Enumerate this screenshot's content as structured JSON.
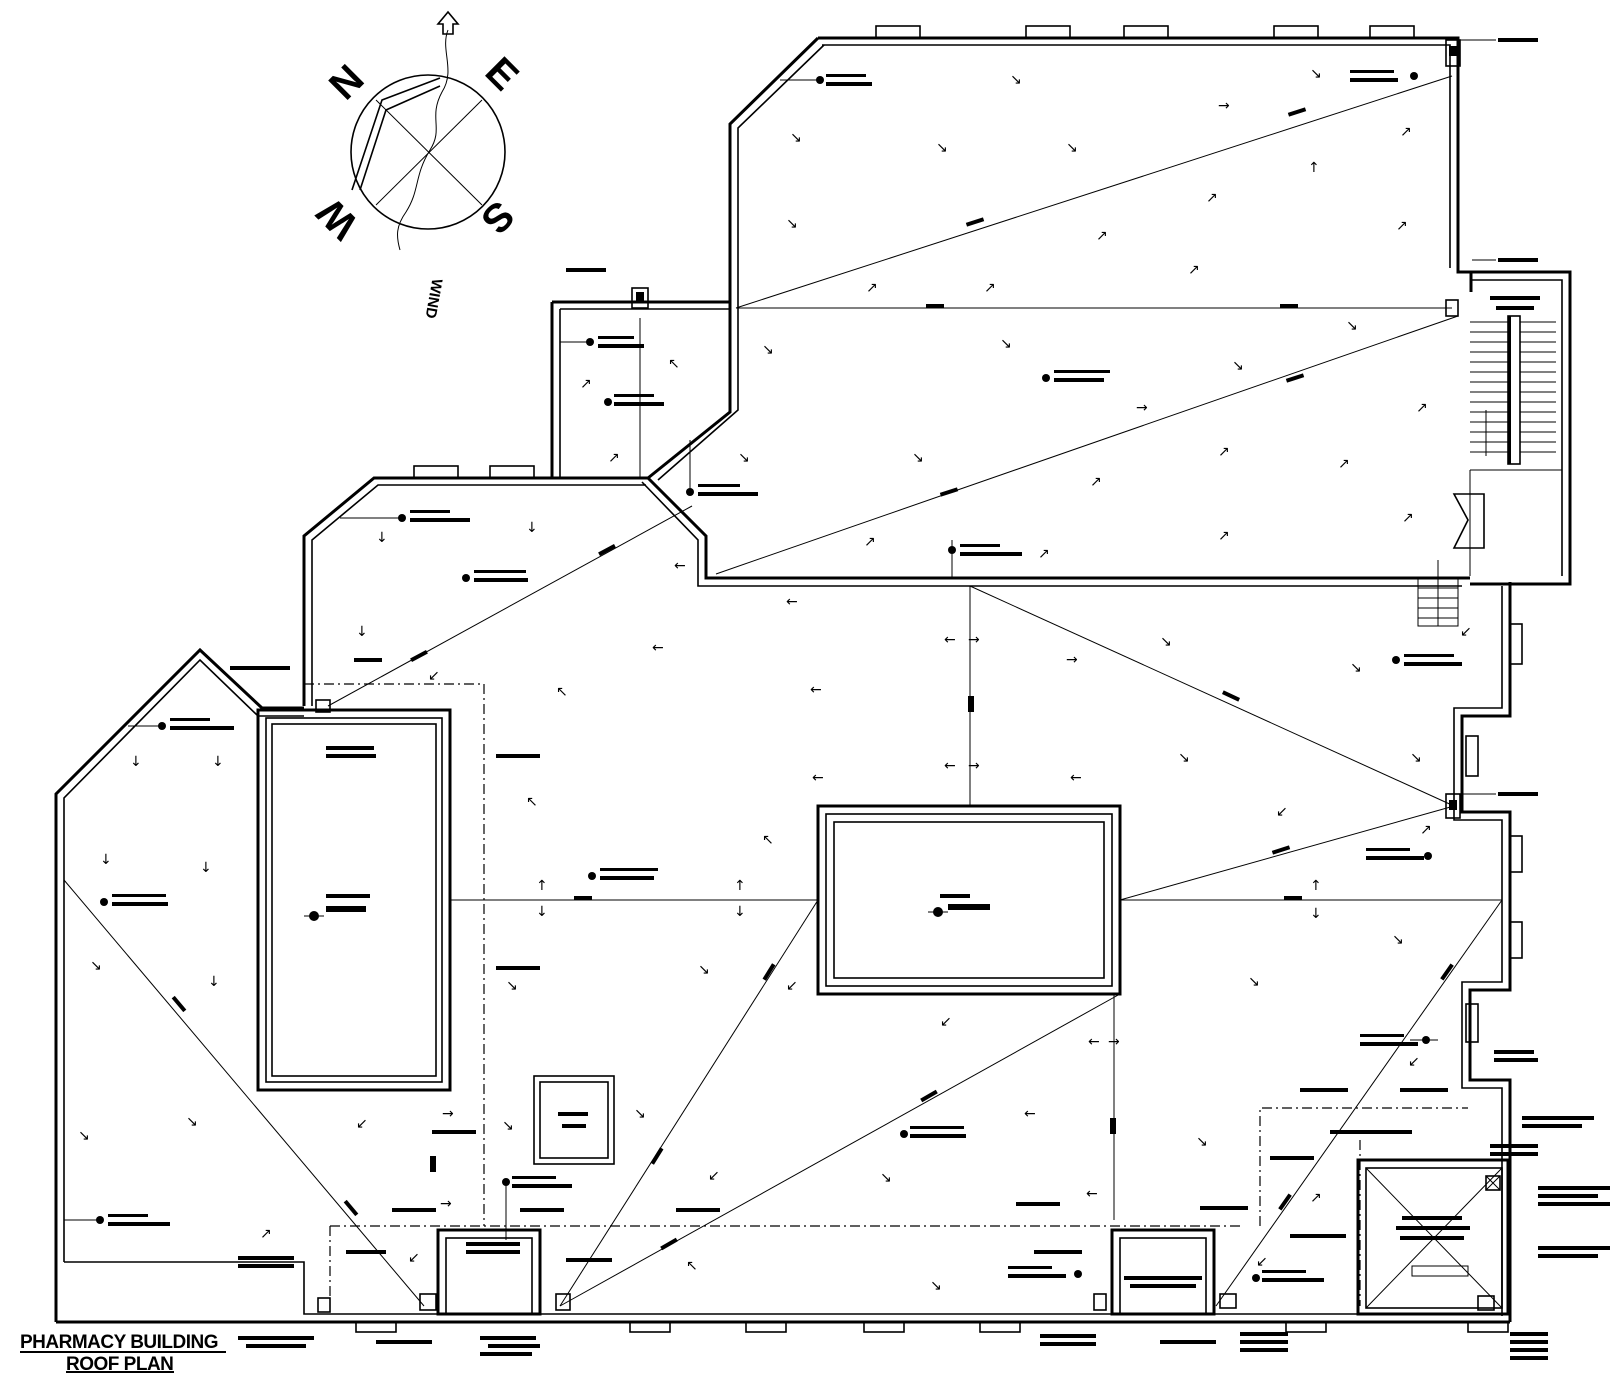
{
  "drawing": {
    "title_line1": "PHARMACY  BUILDING",
    "title_line2": "ROOF PLAN"
  },
  "compass": {
    "north": "N",
    "east": "E",
    "south": "S",
    "west": "W",
    "wind": "WIND"
  },
  "colors": {
    "line": "#000000",
    "background": "#ffffff"
  }
}
